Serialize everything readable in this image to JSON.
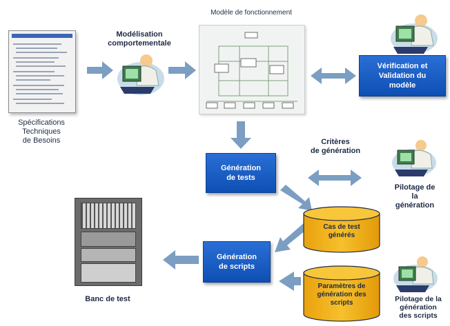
{
  "labels": {
    "modele_fonctionnement": "Modèle de fonctionnement",
    "modelisation": "Modélisation\ncomportementale",
    "specifications": "Spécifications\nTechniques\nde Besoins",
    "verification": "Vérification et\nValidation du\nmodèle",
    "generation_tests": "Génération\nde tests",
    "criteres": "Critères\nde génération",
    "pilotage1": "Pilotage de\nla\ngénération",
    "cas_test": "Cas de test\ngénérés",
    "generation_scripts": "Génération\nde scripts",
    "parametres": "Paramètres de\ngénération des\nscripts",
    "pilotage2": "Pilotage de la\ngénération\ndes scripts",
    "banc_test": "Banc de test"
  },
  "colors": {
    "arrow": "#7b9ec2",
    "box_blue": "#1556c2",
    "cylinder": "#f2b318"
  },
  "icons": [
    "person-at-computer-icon",
    "document-icon",
    "diagram-icon",
    "test-bench-icon",
    "database-cylinder-icon"
  ]
}
